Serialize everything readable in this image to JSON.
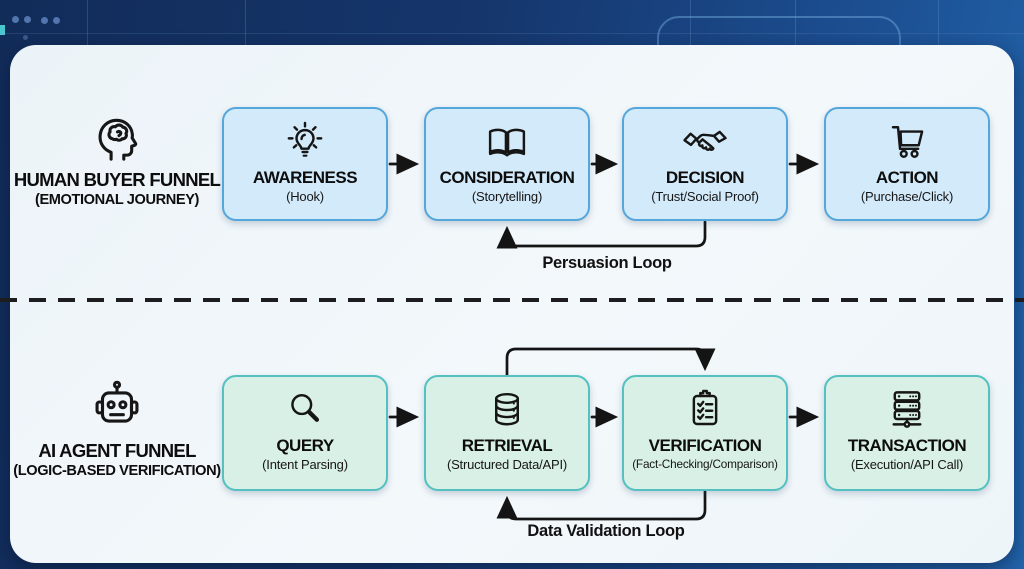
{
  "colors": {
    "background_navy": "#15356b",
    "background_blue": "#2264ab",
    "panel": "#eef5f9",
    "human_box_fill": "#d3eafa",
    "human_box_border": "#54a7da",
    "agent_box_fill": "#d9f0e6",
    "agent_box_border": "#54c1c0",
    "line": "#161616"
  },
  "human_funnel": {
    "icon": "head-brain-icon",
    "title": "HUMAN BUYER FUNNEL",
    "subtitle": "(EMOTIONAL JOURNEY)",
    "stages": [
      {
        "icon": "lightbulb-icon",
        "title": "AWARENESS",
        "subtitle": "(Hook)"
      },
      {
        "icon": "open-book-icon",
        "title": "CONSIDERATION",
        "subtitle": "(Storytelling)"
      },
      {
        "icon": "handshake-icon",
        "title": "DECISION",
        "subtitle": "(Trust/Social Proof)"
      },
      {
        "icon": "shopping-cart-icon",
        "title": "ACTION",
        "subtitle": "(Purchase/Click)"
      }
    ],
    "loop_label": "Persuasion Loop"
  },
  "agent_funnel": {
    "icon": "robot-icon",
    "title": "AI AGENT FUNNEL",
    "subtitle": "(LOGIC-BASED VERIFICATION)",
    "stages": [
      {
        "icon": "magnifier-icon",
        "title": "QUERY",
        "subtitle": "(Intent Parsing)"
      },
      {
        "icon": "database-icon",
        "title": "RETRIEVAL",
        "subtitle": "(Structured Data/API)"
      },
      {
        "icon": "clipboard-check-icon",
        "title": "VERIFICATION",
        "subtitle": "(Fact-Checking/Comparison)"
      },
      {
        "icon": "server-icon",
        "title": "TRANSACTION",
        "subtitle": "(Execution/API Call)"
      }
    ],
    "loop_label": "Data Validation Loop"
  }
}
